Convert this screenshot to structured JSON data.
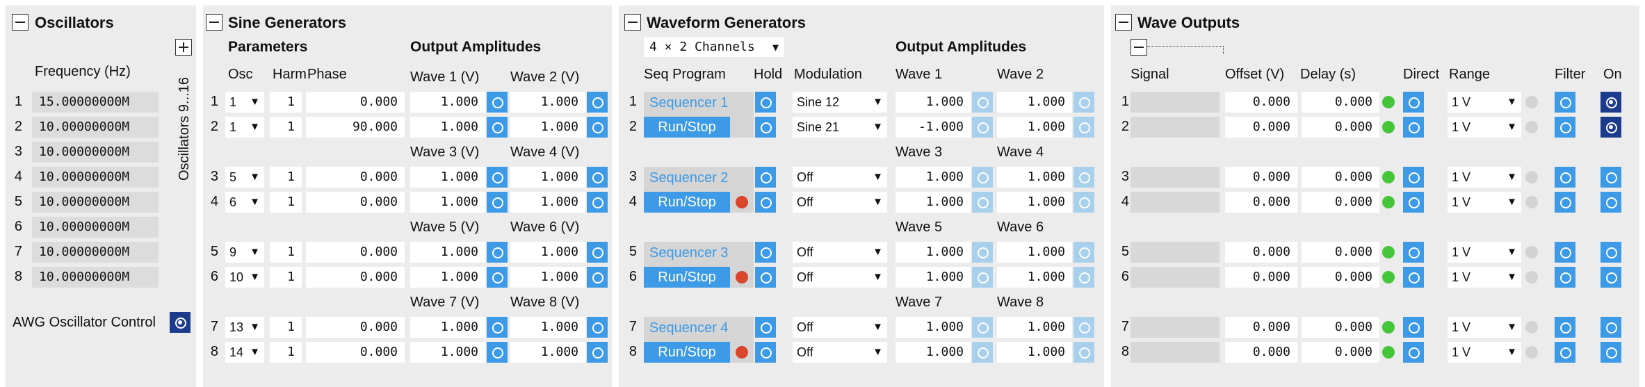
{
  "oscillators": {
    "title": "Oscillators",
    "col_header": "Frequency (Hz)",
    "side_label": "Oscillators",
    "range_label": "9...16",
    "rows": [
      {
        "n": "1",
        "freq": "15.00000000M"
      },
      {
        "n": "2",
        "freq": "10.00000000M"
      },
      {
        "n": "3",
        "freq": "10.00000000M"
      },
      {
        "n": "4",
        "freq": "10.00000000M"
      },
      {
        "n": "5",
        "freq": "10.00000000M"
      },
      {
        "n": "6",
        "freq": "10.00000000M"
      },
      {
        "n": "7",
        "freq": "10.00000000M"
      },
      {
        "n": "8",
        "freq": "10.00000000M"
      }
    ],
    "awg_label": "AWG Oscillator Control"
  },
  "sine": {
    "title": "Sine Generators",
    "params_header": "Parameters",
    "amps_header": "Output Amplitudes",
    "col_osc": "Osc",
    "col_harm": "Harm",
    "col_phase": "Phase",
    "groups": [
      {
        "wa": "Wave 1 (V)",
        "wb": "Wave 2 (V)"
      },
      {
        "wa": "Wave 3 (V)",
        "wb": "Wave 4 (V)"
      },
      {
        "wa": "Wave 5 (V)",
        "wb": "Wave 6 (V)"
      },
      {
        "wa": "Wave 7 (V)",
        "wb": "Wave 8 (V)"
      }
    ],
    "rows": [
      {
        "n": "1",
        "osc": "1",
        "harm": "1",
        "phase": "0.000",
        "a": "1.000",
        "b": "1.000"
      },
      {
        "n": "2",
        "osc": "1",
        "harm": "1",
        "phase": "90.000",
        "a": "1.000",
        "b": "1.000"
      },
      {
        "n": "3",
        "osc": "5",
        "harm": "1",
        "phase": "0.000",
        "a": "1.000",
        "b": "1.000"
      },
      {
        "n": "4",
        "osc": "6",
        "harm": "1",
        "phase": "0.000",
        "a": "1.000",
        "b": "1.000"
      },
      {
        "n": "5",
        "osc": "9",
        "harm": "1",
        "phase": "0.000",
        "a": "1.000",
        "b": "1.000"
      },
      {
        "n": "6",
        "osc": "10",
        "harm": "1",
        "phase": "0.000",
        "a": "1.000",
        "b": "1.000"
      },
      {
        "n": "7",
        "osc": "13",
        "harm": "1",
        "phase": "0.000",
        "a": "1.000",
        "b": "1.000"
      },
      {
        "n": "8",
        "osc": "14",
        "harm": "1",
        "phase": "0.000",
        "a": "1.000",
        "b": "1.000"
      }
    ]
  },
  "wave": {
    "title": "Waveform Generators",
    "channels": "4 × 2 Channels",
    "amps_header": "Output Amplitudes",
    "col_seq": "Seq Program",
    "col_hold": "Hold",
    "col_mod": "Modulation",
    "run_label": "Run/Stop",
    "groups": [
      {
        "seq": "Sequencer 1",
        "wa": "Wave 1",
        "wb": "Wave 2"
      },
      {
        "seq": "Sequencer 2",
        "wa": "Wave 3",
        "wb": "Wave 4"
      },
      {
        "seq": "Sequencer 3",
        "wa": "Wave 5",
        "wb": "Wave 6"
      },
      {
        "seq": "Sequencer 4",
        "wa": "Wave 7",
        "wb": "Wave 8"
      }
    ],
    "rows": [
      {
        "n": "1",
        "mod": "Sine 12",
        "a": "1.000",
        "b": "1.000"
      },
      {
        "n": "2",
        "mod": "Sine 21",
        "a": "-1.000",
        "b": "1.000"
      },
      {
        "n": "3",
        "mod": "Off",
        "a": "1.000",
        "b": "1.000"
      },
      {
        "n": "4",
        "mod": "Off",
        "a": "1.000",
        "b": "1.000"
      },
      {
        "n": "5",
        "mod": "Off",
        "a": "1.000",
        "b": "1.000"
      },
      {
        "n": "6",
        "mod": "Off",
        "a": "1.000",
        "b": "1.000"
      },
      {
        "n": "7",
        "mod": "Off",
        "a": "1.000",
        "b": "1.000"
      },
      {
        "n": "8",
        "mod": "Off",
        "a": "1.000",
        "b": "1.000"
      }
    ]
  },
  "outputs": {
    "title": "Wave Outputs",
    "col_signal": "Signal",
    "col_offset": "Offset (V)",
    "col_delay": "Delay (s)",
    "col_direct": "Direct",
    "col_range": "Range",
    "col_filter": "Filter",
    "col_on": "On",
    "rows": [
      {
        "n": "1",
        "offset": "0.000",
        "delay": "0.000",
        "range": "1 V"
      },
      {
        "n": "2",
        "offset": "0.000",
        "delay": "0.000",
        "range": "1 V"
      },
      {
        "n": "3",
        "offset": "0.000",
        "delay": "0.000",
        "range": "1 V"
      },
      {
        "n": "4",
        "offset": "0.000",
        "delay": "0.000",
        "range": "1 V"
      },
      {
        "n": "5",
        "offset": "0.000",
        "delay": "0.000",
        "range": "1 V"
      },
      {
        "n": "6",
        "offset": "0.000",
        "delay": "0.000",
        "range": "1 V"
      },
      {
        "n": "7",
        "offset": "0.000",
        "delay": "0.000",
        "range": "1 V"
      },
      {
        "n": "8",
        "offset": "0.000",
        "delay": "0.000",
        "range": "1 V"
      }
    ]
  },
  "colors": {
    "accent": "#3d9ae6",
    "accent_light": "#a8d0ec",
    "on_dark": "#1d3b8c",
    "led_green": "#45c53a",
    "led_red": "#d9452d",
    "panel": "#ececec"
  }
}
